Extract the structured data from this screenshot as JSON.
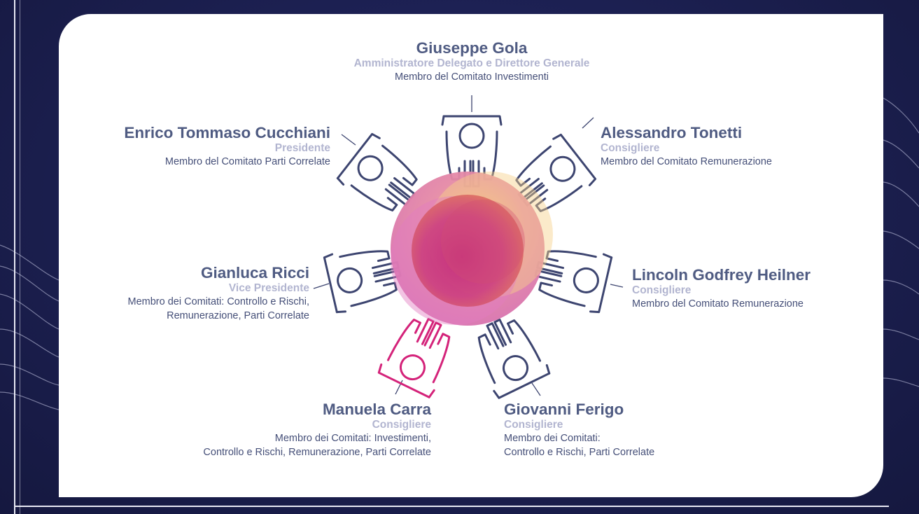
{
  "colors": {
    "background": "#1d2154",
    "card": "#ffffff",
    "name": "#4f5b82",
    "role": "#b2b5d0",
    "text": "#454f78",
    "seat": "#3d4570",
    "highlight": "#d4237a"
  },
  "members": {
    "gola": {
      "name": "Giuseppe Gola",
      "role": "Amministratore Delegato e Direttore Generale",
      "desc": [
        "Membro del Comitato Investimenti"
      ]
    },
    "tonetti": {
      "name": "Alessandro Tonetti",
      "role": "Consigliere",
      "desc": [
        "Membro del Comitato Remunerazione"
      ]
    },
    "heilner": {
      "name": "Lincoln Godfrey Heilner",
      "role": "Consigliere",
      "desc": [
        "Membro del Comitato Remunerazione"
      ]
    },
    "ferigo": {
      "name": "Giovanni Ferigo",
      "role": "Consigliere",
      "desc": [
        "Membro dei Comitati:",
        "Controllo e Rischi, Parti Correlate"
      ]
    },
    "carra": {
      "name": "Manuela Carra",
      "role": "Consigliere",
      "desc": [
        "Membro dei Comitati: Investimenti,",
        "Controllo e Rischi, Remunerazione, Parti Correlate"
      ]
    },
    "ricci": {
      "name": "Gianluca Ricci",
      "role": "Vice Presidente",
      "desc": [
        "Membro dei Comitati: Controllo e Rischi,",
        "Remunerazione, Parti Correlate"
      ]
    },
    "cucchiani": {
      "name": "Enrico Tommaso Cucchiani",
      "role": "Presidente",
      "desc": [
        "Membro del Comitato Parti Correlate"
      ]
    }
  }
}
